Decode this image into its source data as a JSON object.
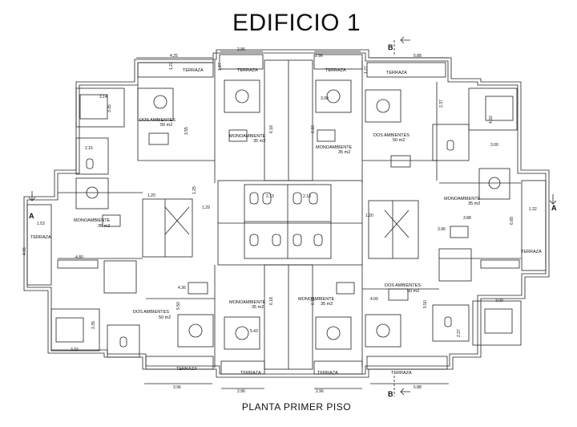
{
  "title": "EDIFICIO 1",
  "subtitle": "PLANTA PRIMER PISO",
  "section_markers": {
    "b": "B",
    "a": "A"
  },
  "labels": [
    {
      "id": "terraza-top-left",
      "text": "TERRAZA"
    },
    {
      "id": "terraza-top-mid-left",
      "text": "TERRAZA"
    },
    {
      "id": "terraza-top-mid-right",
      "text": "TERRAZA"
    },
    {
      "id": "terraza-top-right",
      "text": "TERRAZA"
    },
    {
      "id": "dos-amb-top-left-name",
      "text": "DOS AMBIENTES"
    },
    {
      "id": "dos-amb-top-left-area",
      "text": "50 m2"
    },
    {
      "id": "mono-top-left-name",
      "text": "MONOAMBIENTE"
    },
    {
      "id": "mono-top-left-area",
      "text": "35 m2"
    },
    {
      "id": "mono-top-right-name",
      "text": "MONOAMBIENTE"
    },
    {
      "id": "mono-top-right-area",
      "text": "35 m2"
    },
    {
      "id": "dos-amb-top-right-name",
      "text": "DOS AMBIENTES"
    },
    {
      "id": "dos-amb-top-right-area",
      "text": "50 m2"
    },
    {
      "id": "mono-left-name",
      "text": "MONOAMBIENTE"
    },
    {
      "id": "mono-left-area",
      "text": "35 m2"
    },
    {
      "id": "terraza-left",
      "text": "TERRAZA"
    },
    {
      "id": "mono-right-name",
      "text": "MONOAMBIENTE"
    },
    {
      "id": "mono-right-area",
      "text": "35 m2"
    },
    {
      "id": "terraza-right",
      "text": "TERRAZA"
    },
    {
      "id": "dos-amb-bot-left-name",
      "text": "DOS AMBIENTES"
    },
    {
      "id": "dos-amb-bot-left-area",
      "text": "50 m2"
    },
    {
      "id": "mono-bot-left-name",
      "text": "MONOAMBIENTE"
    },
    {
      "id": "mono-bot-left-area",
      "text": "35 m2"
    },
    {
      "id": "mono-bot-right-name",
      "text": "MONOAMBIENTE"
    },
    {
      "id": "mono-bot-right-area",
      "text": "35 m2"
    },
    {
      "id": "dos-amb-bot-right-name",
      "text": "DOS AMBIENTES"
    },
    {
      "id": "dos-amb-bot-right-area",
      "text": "50 m2"
    },
    {
      "id": "terraza-bot-left",
      "text": "TERRAZA"
    },
    {
      "id": "terraza-bot-mid-left",
      "text": "TERRAZA"
    },
    {
      "id": "terraza-bot-mid-right",
      "text": "TERRAZA"
    },
    {
      "id": "terraza-bot-right",
      "text": "TERRAZA"
    }
  ],
  "dimensions": [
    {
      "id": "d-top-1",
      "text": "4.25"
    },
    {
      "id": "d-top-2",
      "text": "2.96"
    },
    {
      "id": "d-top-3",
      "text": "2.96"
    },
    {
      "id": "d-top-4",
      "text": "5.88"
    },
    {
      "id": "d-127-a",
      "text": "1.27"
    },
    {
      "id": "d-127-b",
      "text": "1.27"
    },
    {
      "id": "d-127-c",
      "text": "1.27"
    },
    {
      "id": "d-314",
      "text": "3.14"
    },
    {
      "id": "d-335",
      "text": "3.35"
    },
    {
      "id": "d-355-a",
      "text": "3.55"
    },
    {
      "id": "d-618-a",
      "text": "6.18"
    },
    {
      "id": "d-618-b",
      "text": "6.18"
    },
    {
      "id": "d-300-a",
      "text": "3.00"
    },
    {
      "id": "d-215",
      "text": "2.15"
    },
    {
      "id": "d-237-a",
      "text": "2.37"
    },
    {
      "id": "d-432",
      "text": "4.32"
    },
    {
      "id": "d-300-b",
      "text": "3.00"
    },
    {
      "id": "d-120-a",
      "text": "1.20"
    },
    {
      "id": "d-125",
      "text": "1.25"
    },
    {
      "id": "d-129",
      "text": "1.29"
    },
    {
      "id": "d-153",
      "text": "1.53"
    },
    {
      "id": "d-406",
      "text": "4.06"
    },
    {
      "id": "d-480",
      "text": "4.80"
    },
    {
      "id": "d-120-b",
      "text": "1.20"
    },
    {
      "id": "d-132",
      "text": "1.32"
    },
    {
      "id": "d-388",
      "text": "3.88"
    },
    {
      "id": "d-396-a",
      "text": "3.96"
    },
    {
      "id": "d-689",
      "text": "6.89"
    },
    {
      "id": "d-213-a",
      "text": "2.13"
    },
    {
      "id": "d-213-b",
      "text": "2.13"
    },
    {
      "id": "d-436",
      "text": "4.36"
    },
    {
      "id": "d-550-a",
      "text": "5.50"
    },
    {
      "id": "d-618-c",
      "text": "6.18"
    },
    {
      "id": "d-618-d",
      "text": "6.18"
    },
    {
      "id": "d-409",
      "text": "4.09"
    },
    {
      "id": "d-550-b",
      "text": "5.50"
    },
    {
      "id": "d-332",
      "text": "3.32"
    },
    {
      "id": "d-335-b",
      "text": "3.35"
    },
    {
      "id": "d-543",
      "text": "5.43"
    },
    {
      "id": "d-300-c",
      "text": "3.00"
    },
    {
      "id": "d-237-b",
      "text": "2.37"
    },
    {
      "id": "d-bot-1",
      "text": "3.96"
    },
    {
      "id": "d-bot-2",
      "text": "2.96"
    },
    {
      "id": "d-bot-3",
      "text": "2.96"
    },
    {
      "id": "d-bot-4",
      "text": "5.88"
    }
  ]
}
